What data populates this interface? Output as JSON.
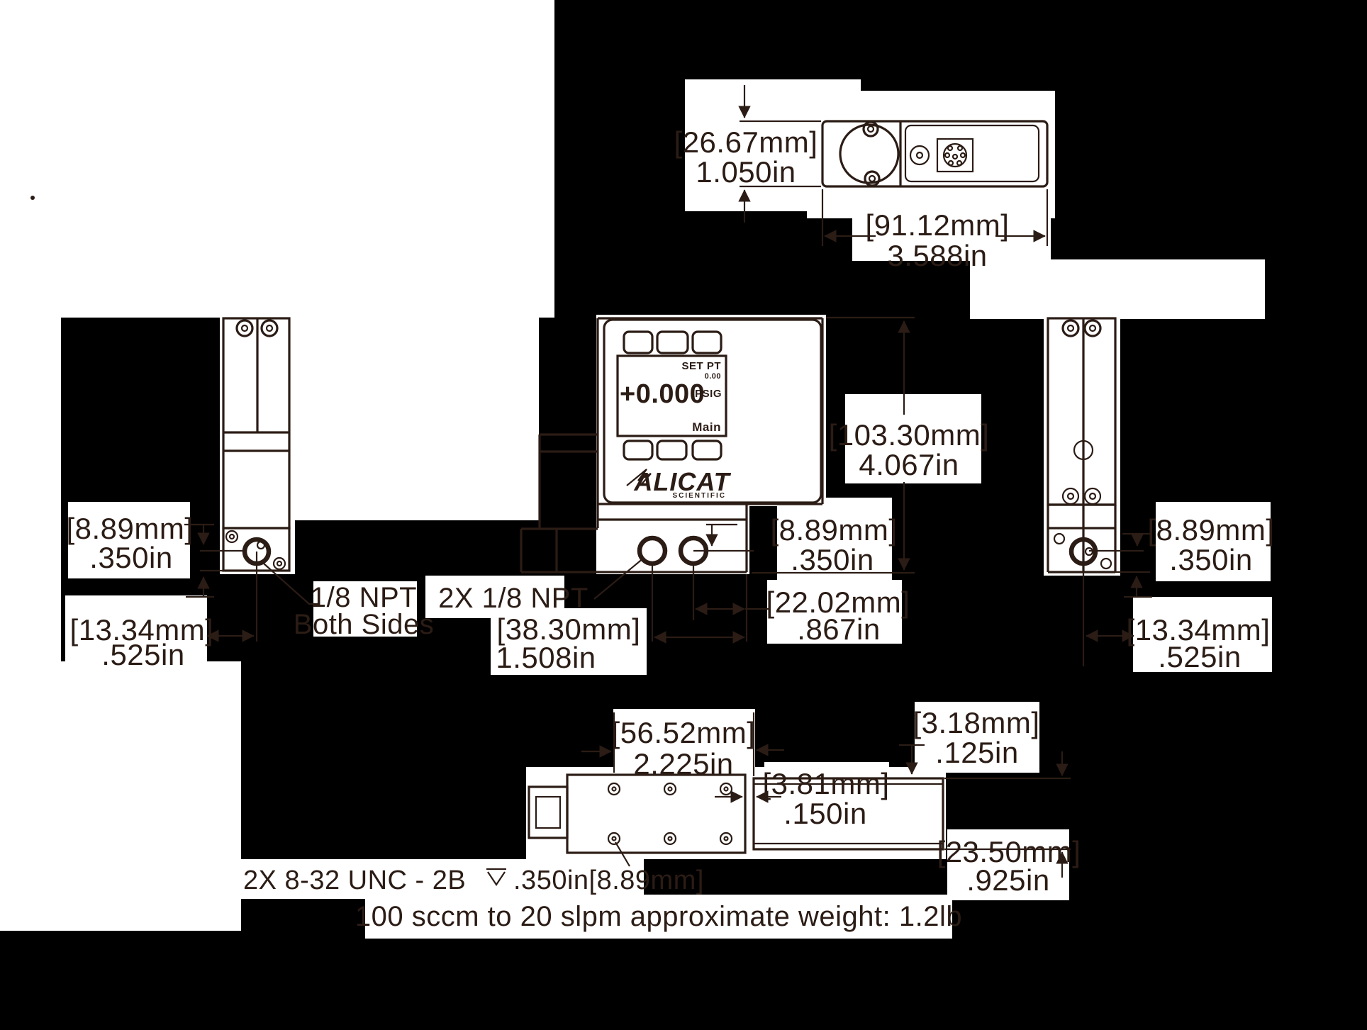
{
  "page": {
    "background": "#000000",
    "paper": "#ffffff",
    "ink": "#2b1c15"
  },
  "labels": {
    "top_depth": {
      "mm": "[26.67mm]",
      "in": "1.050in"
    },
    "top_width": {
      "mm": "[91.12mm]",
      "in": "3.588in"
    },
    "height": {
      "mm": "[103.30mm]",
      "in": "4.067in"
    },
    "left_port_height": {
      "mm": "[8.89mm]",
      "in": ".350in"
    },
    "left_port_offset": {
      "mm": "[13.34mm]",
      "in": ".525in"
    },
    "left_note": {
      "line1": "1/8 NPT",
      "line2": "Both Sides"
    },
    "front_ports_note": "2X 1/8 NPT",
    "front_port_height": {
      "mm": "[8.89mm]",
      "in": ".350in"
    },
    "port_to_edge": {
      "mm": "[22.02mm]",
      "in": ".867in"
    },
    "ports_span": {
      "mm": "[38.30mm]",
      "in": "1.508in"
    },
    "right_port_height": {
      "mm": "[8.89mm]",
      "in": ".350in"
    },
    "right_port_offset": {
      "mm": "[13.34mm]",
      "in": ".525in"
    },
    "bottom_width": {
      "mm": "[56.52mm]",
      "in": "2.225in"
    },
    "bottom_gap": {
      "mm": "[3.81mm]",
      "in": ".150in"
    },
    "bottom_lip": {
      "mm": "[3.18mm]",
      "in": ".125in"
    },
    "bottom_depth": {
      "mm": "[23.50mm]",
      "in": ".925in"
    },
    "mount_note_part1": "2X 8-32 UNC - 2B",
    "mount_note_part2": ".350in[8.89mm]",
    "footer": "100 sccm to 20 slpm approximate weight: 1.2lb"
  },
  "display": {
    "setpt_label": "SET PT",
    "setpt_value": "0.00",
    "reading": "+0.000",
    "units": "PSIG",
    "menu": "Main",
    "brand": "ALICAT",
    "brand_sub": "SCIENTIFIC"
  }
}
